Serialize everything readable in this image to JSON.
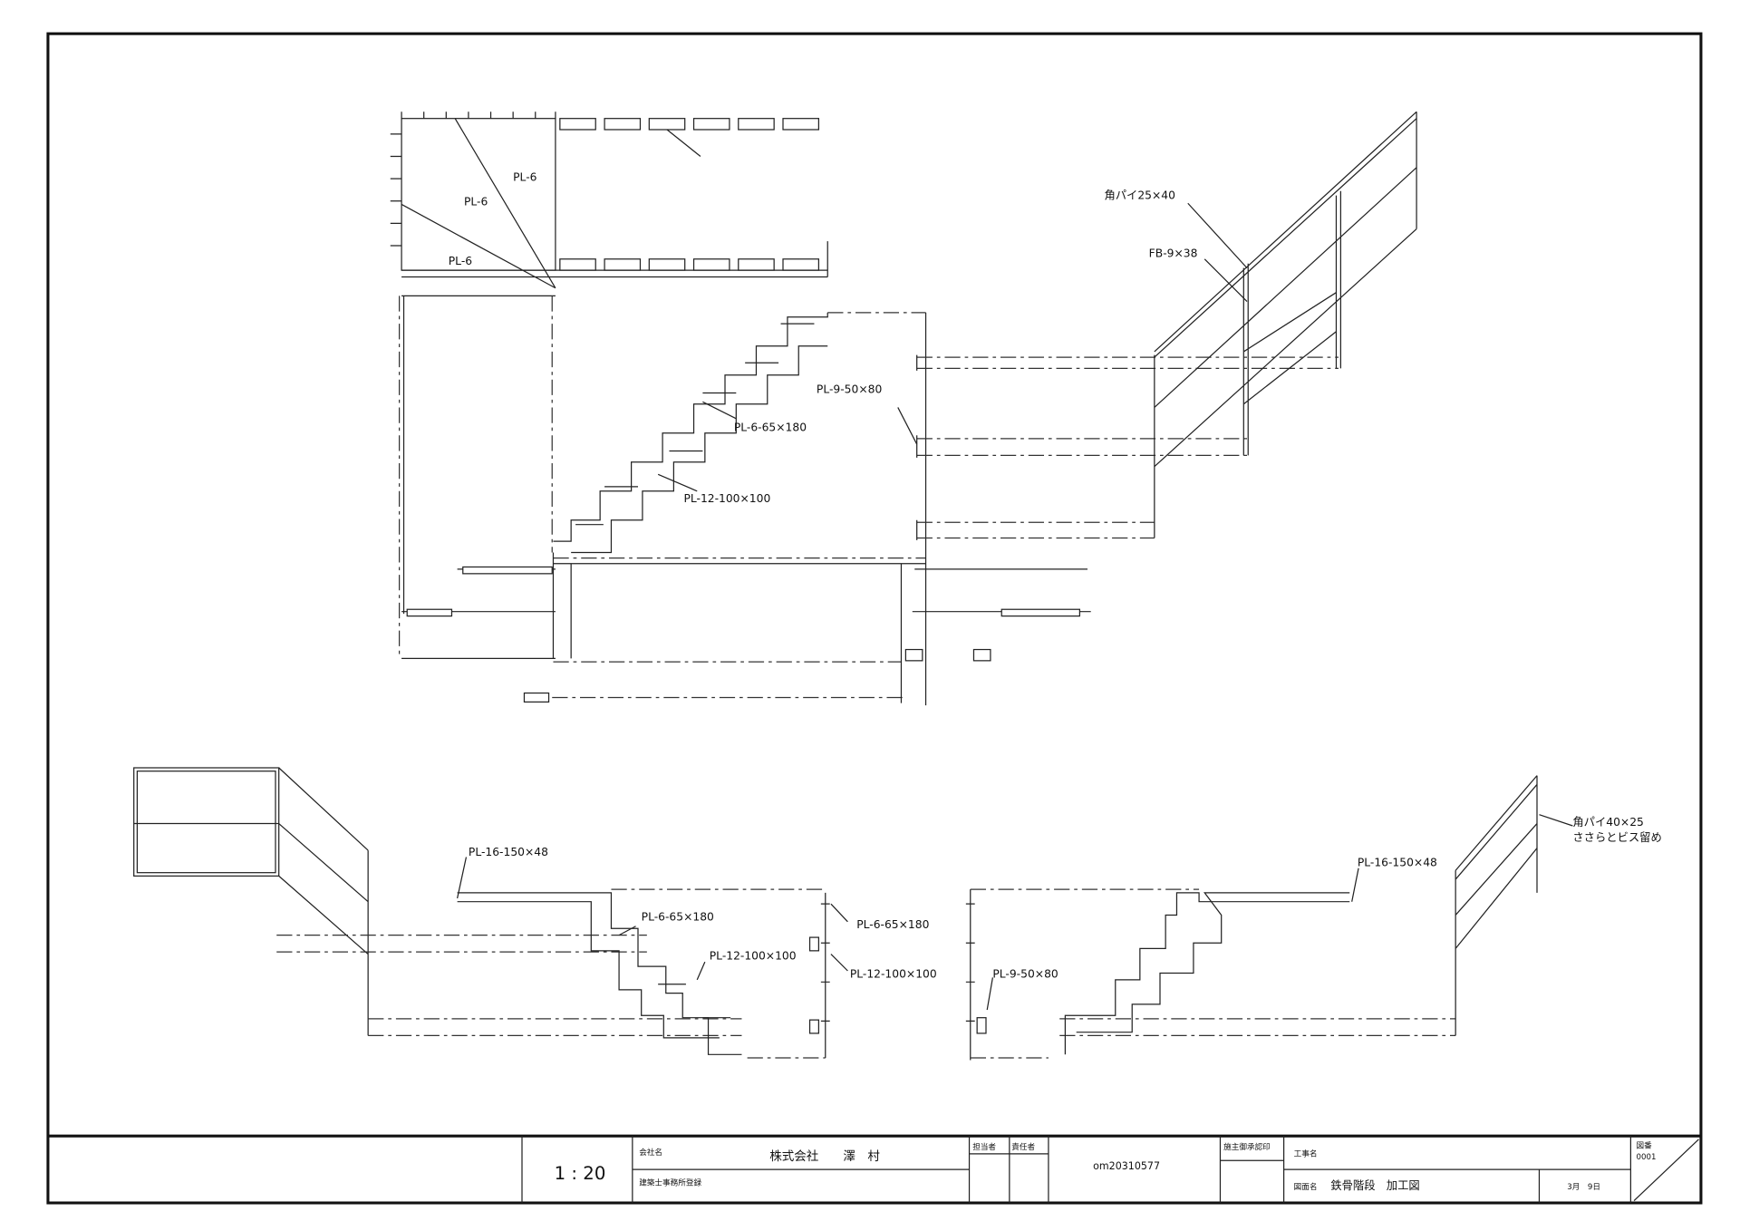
{
  "labels": {
    "pl6_a": "PL-6",
    "pl6_b": "PL-6",
    "pl6_c": "PL-6",
    "pl9_top": "PL-9-50×80",
    "pl6_65_top": "PL-6-65×180",
    "pl12_top": "PL-12-100×100",
    "kaku_25x40": "角パイ25×40",
    "fb_9x38": "FB-9×38",
    "pl16_left": "PL-16-150×48",
    "pl6_65_left": "PL-6-65×180",
    "pl12_left": "PL-12-100×100",
    "pl6_65_mid": "PL-6-65×180",
    "pl12_mid": "PL-12-100×100",
    "pl9_right": "PL-9-50×80",
    "pl16_right": "PL-16-150×48",
    "kaku_40x25": "角パイ40×25",
    "kaku_note": "ささらとビス留め"
  },
  "title_block": {
    "scale": "1 : 20",
    "company_label": "会社名",
    "company_name": "株式会社　　澤　村",
    "registration_label": "建築士事務所登録",
    "person_in_charge": "担当者",
    "responsible": "責任者",
    "code": "om20310577",
    "client_approval": "施主御承認印",
    "project_label": "工事名",
    "drawing_label": "図面名",
    "drawing_name": "鉄骨階段　加工図",
    "date": "3月　9日",
    "drawing_no_label": "図番",
    "drawing_no": "0001"
  }
}
